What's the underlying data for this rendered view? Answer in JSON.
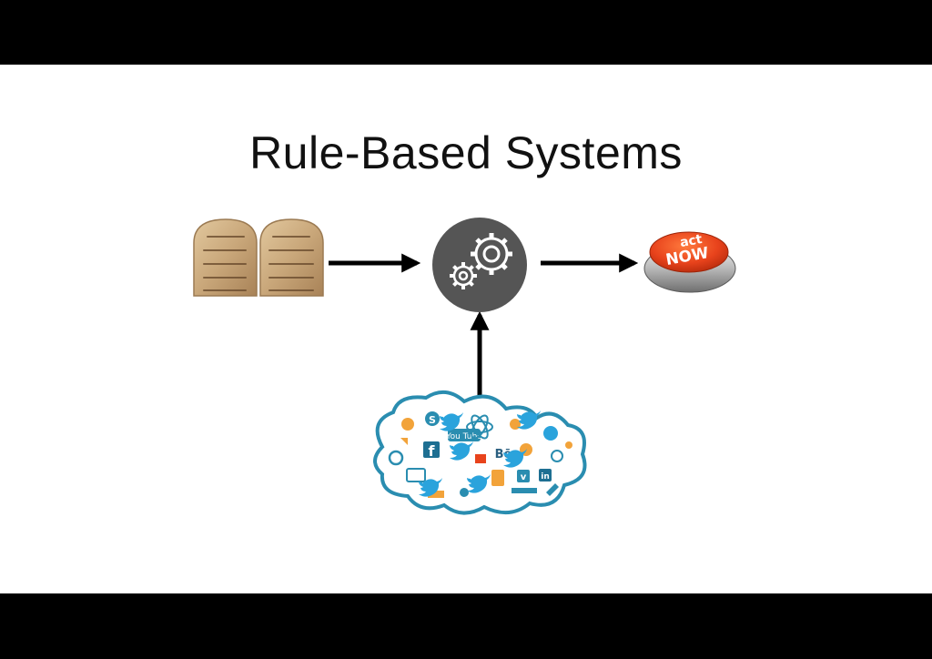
{
  "slide": {
    "title": "Rule-Based Systems"
  },
  "diagram": {
    "nodes": [
      {
        "id": "rules",
        "icon": "stone-tablets-icon"
      },
      {
        "id": "engine",
        "icon": "gears-icon"
      },
      {
        "id": "action",
        "icon": "act-now-button-icon"
      },
      {
        "id": "data",
        "icon": "social-media-cloud-icon"
      }
    ],
    "edges": [
      {
        "from": "rules",
        "to": "engine"
      },
      {
        "from": "engine",
        "to": "action"
      },
      {
        "from": "data",
        "to": "engine"
      }
    ],
    "action_button": {
      "line1": "act",
      "line2": "NOW"
    },
    "cloud_icons": {
      "youtube": "You Tube",
      "behance": "Bē",
      "facebook": "f",
      "skype": "S",
      "linkedin": "in",
      "vimeo": "v"
    },
    "colors": {
      "engine_bg": "#555555",
      "button_red": "#e8431c",
      "cloud_outline": "#2a8db0",
      "twitter_blue": "#2aa3dc",
      "tablet_stone": "#c9a77a"
    }
  }
}
